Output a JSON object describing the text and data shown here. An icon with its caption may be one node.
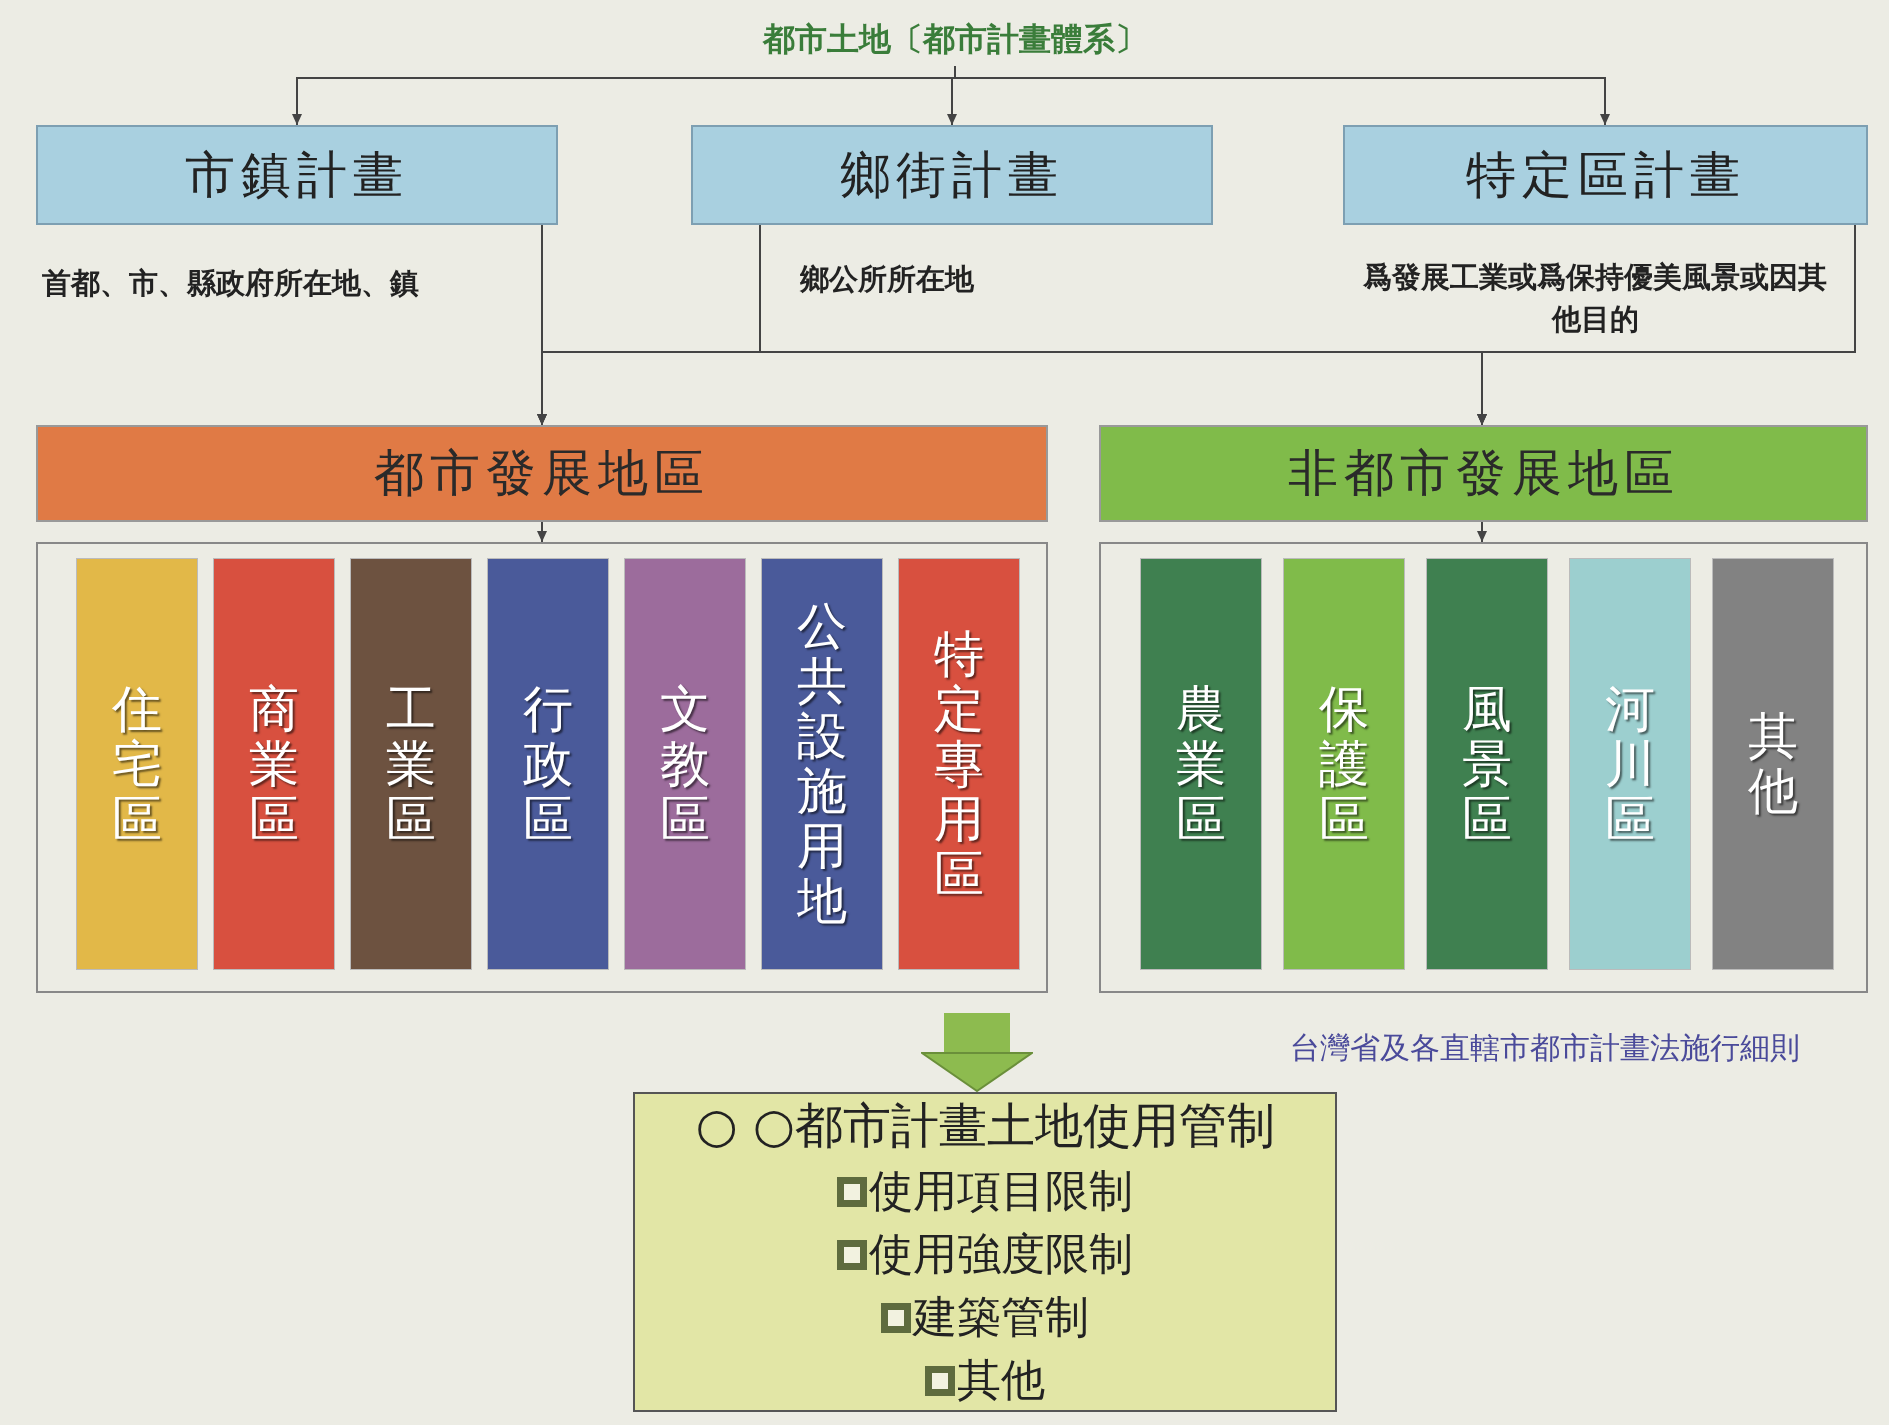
{
  "diagram": {
    "nodes": [
      {
        "text": [
          "都市土地〔都市計畫體系〕"
        ]
      },
      {
        "text": [
          "市鎮計畫"
        ],
        "beside": [
          "首都、市、縣政府所在地、鎮"
        ]
      },
      {
        "text": [
          "鄉街計畫"
        ],
        "beside": [
          "鄉公所所在地"
        ]
      },
      {
        "text": [
          "特定區計畫"
        ],
        "beside": [
          "爲發展工業或爲保持優美風景或因其他目的"
        ]
      },
      {
        "text": [
          "都市發展地區"
        ]
      },
      {
        "text": [
          "非都市發展地區"
        ]
      },
      {
        "text": [],
        "shape": "box"
      },
      {
        "text": [
          "住宅區"
        ],
        "in": 6
      },
      {
        "text": [
          "商業區"
        ],
        "in": 6
      },
      {
        "text": [
          "工業區"
        ],
        "in": 6
      },
      {
        "text": [
          "行政區"
        ],
        "in": 6
      },
      {
        "text": [
          "文教區"
        ],
        "in": 6
      },
      {
        "text": [
          "公共設施用地"
        ],
        "in": 6
      },
      {
        "text": [
          "特定專用區"
        ],
        "in": 6
      },
      {
        "text": [],
        "shape": "box"
      },
      {
        "text": [
          "農業區"
        ],
        "in": 14
      },
      {
        "text": [
          "保護區"
        ],
        "in": 14
      },
      {
        "text": [
          "風景區"
        ],
        "in": 14
      },
      {
        "text": [
          "河川區"
        ],
        "in": 14
      },
      {
        "text": [
          "其他"
        ],
        "in": 14
      },
      {
        "text": [
          "○ ○都市計畫土地使用管制",
          "使用項目限制",
          "使用強度限制",
          "建築管制",
          "其他"
        ]
      }
    ],
    "edges": [
      {
        "from": 0,
        "to": 1,
        "arrow": "to"
      },
      {
        "from": 0,
        "to": 2,
        "arrow": "to"
      },
      {
        "from": 0,
        "to": 3,
        "arrow": "to"
      },
      {
        "from": 1,
        "to": 4,
        "arrow": "to"
      },
      {
        "from": 1,
        "to": 5,
        "arrow": "to"
      },
      {
        "from": 2,
        "to": 4,
        "arrow": "to"
      },
      {
        "from": 2,
        "to": 5,
        "arrow": "to"
      },
      {
        "from": 3,
        "to": 4,
        "arrow": "to"
      },
      {
        "from": 3,
        "to": 5,
        "arrow": "to"
      },
      {
        "from": 4,
        "to": 6,
        "arrow": "to"
      },
      {
        "from": 5,
        "to": 14,
        "arrow": "to"
      },
      {
        "from": 6,
        "to": 20,
        "arrow": "to",
        "style": "thick",
        "color": "#8dbb4f"
      }
    ],
    "labels": [
      "台灣省及各直轄市都市計畫法施行細則"
    ]
  }
}
